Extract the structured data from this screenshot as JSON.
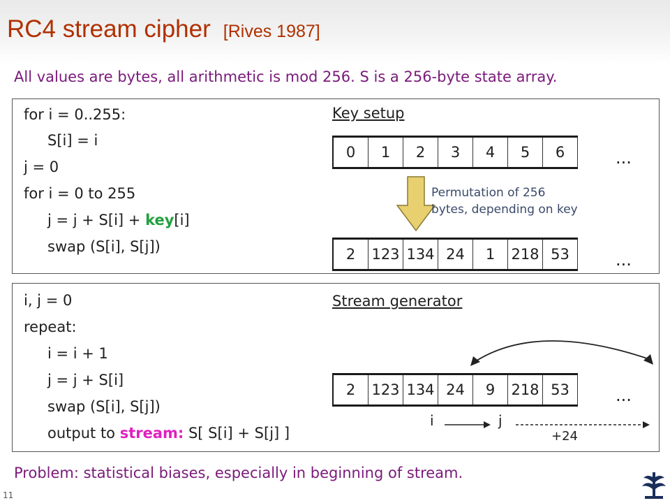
{
  "title": {
    "main": "RC4 stream cipher",
    "citation": "[Rives 1987]"
  },
  "subtitle": "All values are bytes, all arithmetic is mod 256.   S is a 256-byte state array.",
  "key_setup": {
    "code": [
      "for i = 0..255:",
      "S[i] = i",
      "j = 0",
      "for i = 0 to 255"
    ],
    "line5_pre": "j = j + S[i] + ",
    "line5_key": "key",
    "line5_post": "[i]",
    "line6": "swap (S[i], S[j])",
    "heading": "Key setup",
    "row1": [
      "0",
      "1",
      "2",
      "3",
      "4",
      "5",
      "6"
    ],
    "row2": [
      "2",
      "123",
      "134",
      "24",
      "1",
      "218",
      "53"
    ],
    "ellipsis": "...",
    "perm_line1": "Permutation of 256",
    "perm_line2": "bytes, depending on key"
  },
  "stream_gen": {
    "code": [
      "i, j = 0",
      "repeat:",
      "i = i + 1",
      "j = j + S[i]",
      "swap (S[i], S[j])"
    ],
    "output_pre": "output to ",
    "output_stream": "stream:",
    "output_post": " S[ S[i] + S[j] ]",
    "heading": "Stream generator",
    "row": [
      "2",
      "123",
      "134",
      "24",
      "9",
      "218",
      "53"
    ],
    "ellipsis": "...",
    "label_i": "i",
    "label_j": "j",
    "label_plus": "+24"
  },
  "problem": "Problem: statistical biases, especially in beginning of stream.",
  "page_number": "11",
  "colors": {
    "title": "#b03000",
    "subtitle": "#7a1a7a",
    "key": "#22a040",
    "stream": "#e020c0",
    "arrow_fill": "#e8d070"
  }
}
